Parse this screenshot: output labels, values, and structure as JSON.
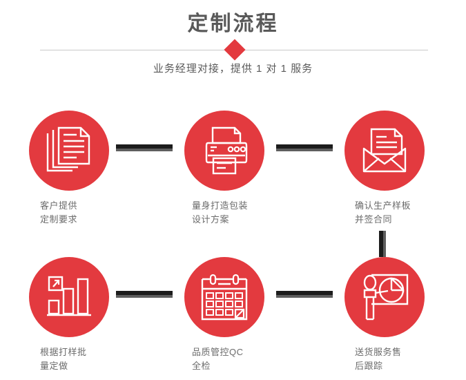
{
  "header": {
    "title": "定制流程",
    "subtitle": "业务经理对接，提供 1 对 1 服务",
    "diamond_color": "#e33a3f",
    "line_color": "#c9c9c9",
    "title_color": "#595959"
  },
  "theme": {
    "accent": "#e33a3f",
    "connector_dark": "#1c1c1c",
    "connector_shadow": "#5e5e5e",
    "label_color": "#6b6b6b",
    "background": "#ffffff"
  },
  "flow": {
    "steps": [
      {
        "index": 1,
        "icon": "documents-stack-icon",
        "label": "客户提供\n定制要求"
      },
      {
        "index": 2,
        "icon": "printer-icon",
        "label": "量身打造包装\n设计方案"
      },
      {
        "index": 3,
        "icon": "envelope-document-icon",
        "label": "确认生产样板\n并签合同"
      },
      {
        "index": 4,
        "icon": "bar-chart-growth-icon",
        "label": "根据打样批\n量定做"
      },
      {
        "index": 5,
        "icon": "calendar-check-icon",
        "label": "品质管控QC\n全检"
      },
      {
        "index": 6,
        "icon": "presentation-person-icon",
        "label": "送货服务售\n后跟踪"
      }
    ],
    "connectors": [
      {
        "id": "connector-1-2",
        "orientation": "horizontal"
      },
      {
        "id": "connector-2-3",
        "orientation": "horizontal"
      },
      {
        "id": "connector-3-4",
        "orientation": "vertical"
      },
      {
        "id": "connector-4-5",
        "orientation": "horizontal"
      },
      {
        "id": "connector-5-6",
        "orientation": "horizontal"
      }
    ]
  }
}
